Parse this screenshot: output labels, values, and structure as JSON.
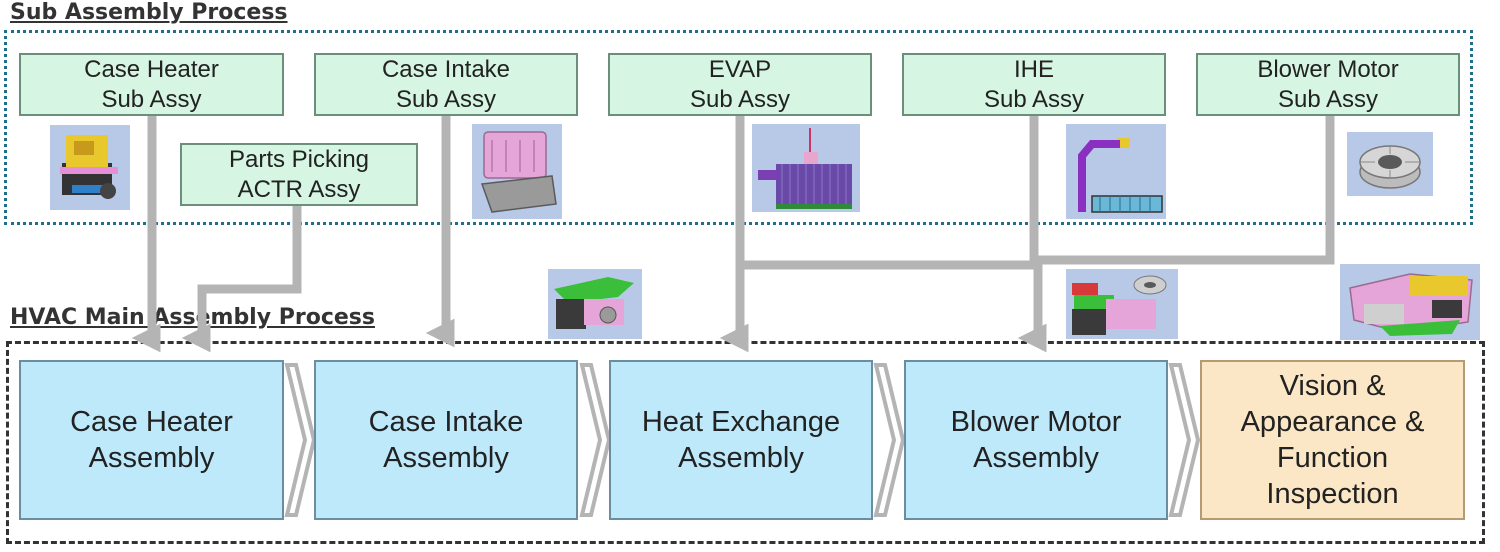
{
  "sub_process": {
    "title": "Sub Assembly Process",
    "boxes": [
      {
        "label": "Case Heater\nSub Assy"
      },
      {
        "label": "Case Intake\nSub Assy"
      },
      {
        "label": "EVAP\nSub Assy"
      },
      {
        "label": "IHE\nSub Assy"
      },
      {
        "label": "Blower Motor\nSub Assy"
      },
      {
        "label": "Parts Picking\nACTR Assy"
      }
    ]
  },
  "main_process": {
    "title": "HVAC Main Assembly Process",
    "steps": [
      {
        "label": "Case Heater\nAssembly"
      },
      {
        "label": "Case Intake\nAssembly"
      },
      {
        "label": "Heat Exchange\nAssembly"
      },
      {
        "label": "Blower Motor\nAssembly"
      },
      {
        "label": "Vision &\nAppearance &\nFunction\nInspection"
      }
    ]
  },
  "colors": {
    "sub_box_fill": "#d6f5e3",
    "main_box_fill": "#bde9fb",
    "inspection_fill": "#fbe7c6",
    "connector": "#b4b4b4",
    "sub_frame_border": "#1f6e8c"
  }
}
